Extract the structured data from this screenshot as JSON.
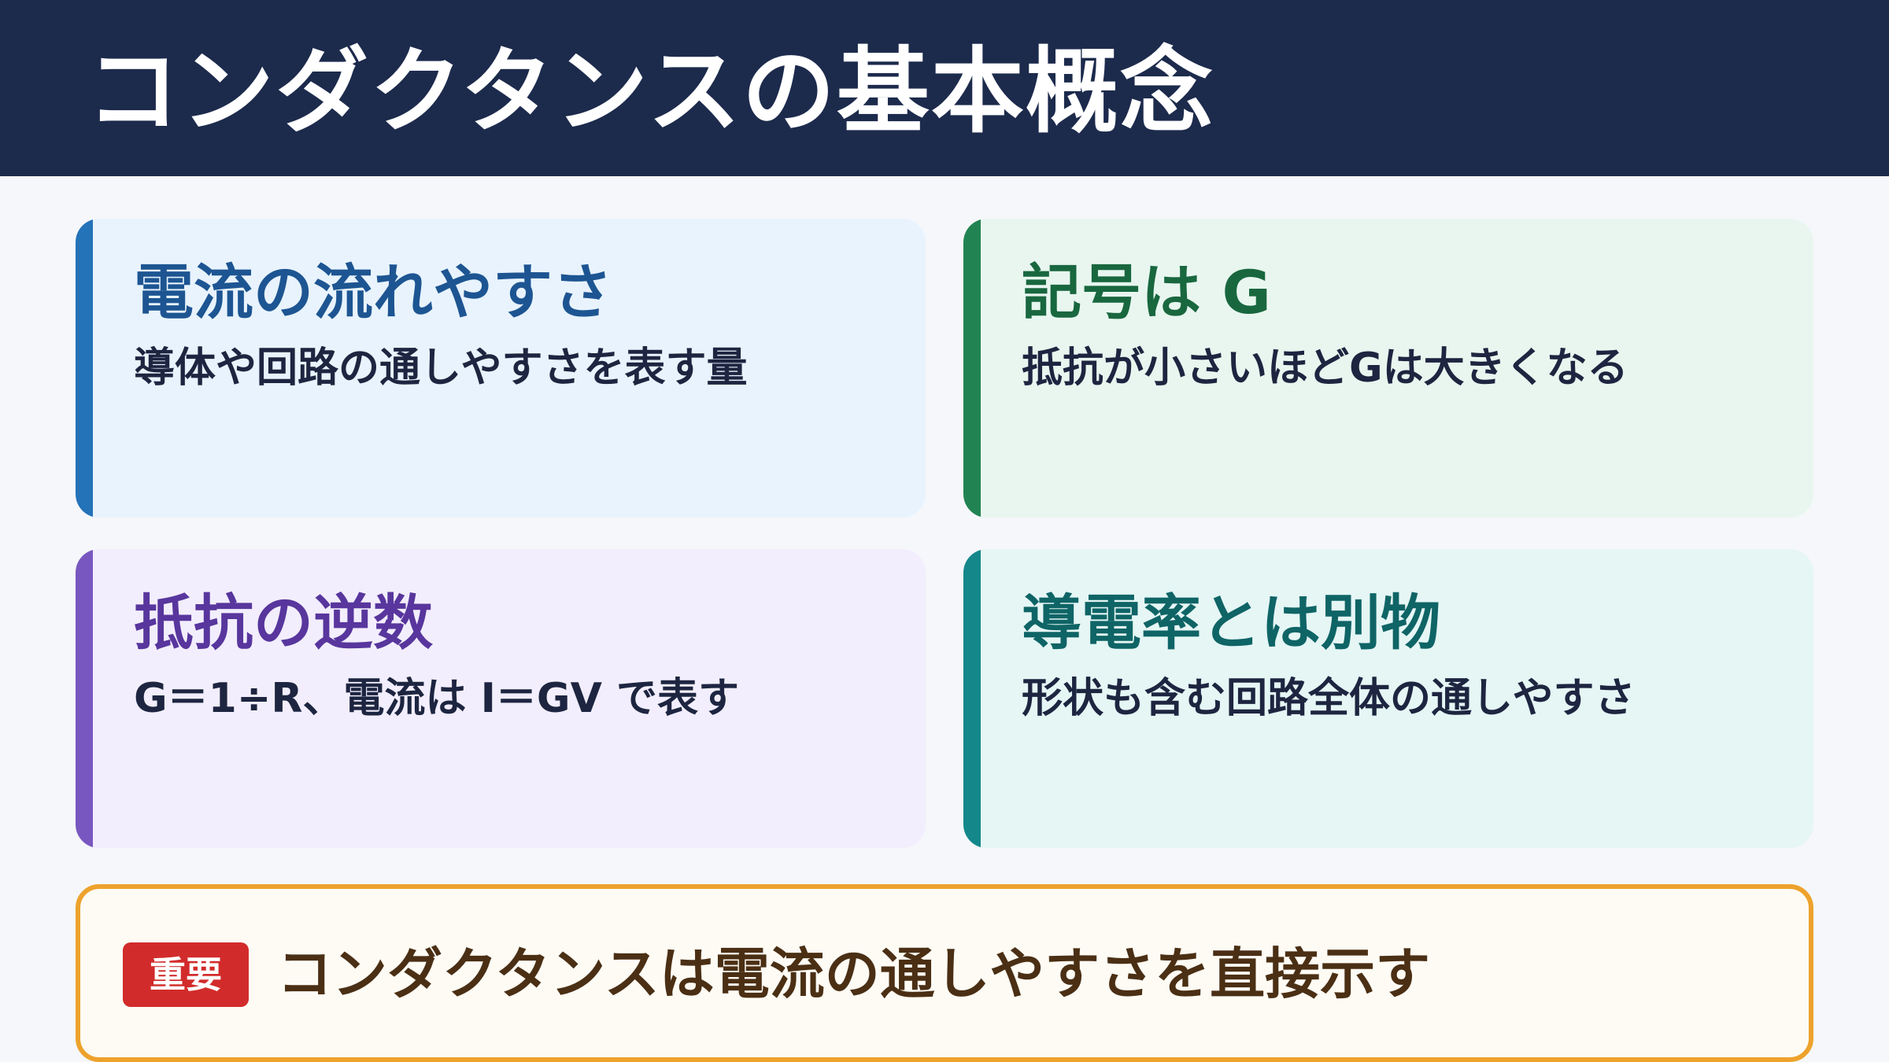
{
  "header": {
    "title": "コンダクタンスの基本概念"
  },
  "cards": [
    {
      "title": "電流の流れやすさ",
      "description": "導体や回路の通しやすさを表す量",
      "accent_color": "#2472b8"
    },
    {
      "title": "記号は G",
      "description": "抵抗が小さいほどGは大きくなる",
      "accent_color": "#228352"
    },
    {
      "title": "抵抗の逆数",
      "description": "G＝1÷R、電流は I＝GV で表す",
      "accent_color": "#7957c0"
    },
    {
      "title": "導電率とは別物",
      "description": "形状も含む回路全体の通しやすさ",
      "accent_color": "#14878a"
    }
  ],
  "notice": {
    "badge": "重要",
    "text": "コンダクタンスは電流の通しやすさを直接示す",
    "border_color": "#eda22c",
    "badge_color": "#d22b2b"
  }
}
